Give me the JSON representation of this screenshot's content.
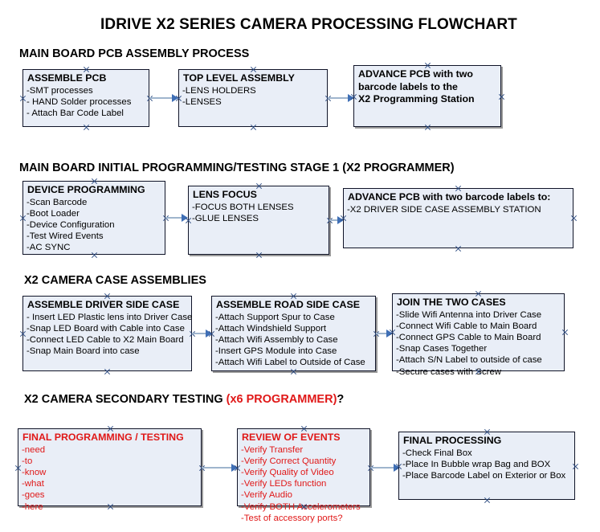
{
  "document": {
    "title": "IDRIVE X2  SERIES CAMERA PROCESSING FLOWCHART"
  },
  "colors": {
    "box_fill": "#e9eef7",
    "box_border": "#101428",
    "red_text": "#e01818",
    "connector_line": "#9fb5cd",
    "arrowhead": "#3f6fb5"
  },
  "sections": [
    {
      "heading": "MAIN BOARD PCB ASSEMBLY PROCESS",
      "heading_red": "",
      "heading_tail": "",
      "boxes": [
        {
          "title": "ASSEMBLE PCB",
          "lines": [
            "-SMT processes",
            "- HAND Solder processes",
            "- Attach Bar Code Label"
          ]
        },
        {
          "title": "TOP LEVEL ASSEMBLY",
          "lines": [
            "-LENS HOLDERS",
            "-LENSES"
          ]
        },
        {
          "title": "ADVANCE PCB with two",
          "lines": [
            "barcode labels to the",
            " X2 Programming Station"
          ]
        }
      ]
    },
    {
      "heading": "MAIN BOARD INITIAL PROGRAMMING/TESTING STAGE 1 (X2 PROGRAMMER)",
      "heading_red": "",
      "heading_tail": "",
      "boxes": [
        {
          "title": "DEVICE PROGRAMMING",
          "lines": [
            "-Scan Barcode",
            "-Boot Loader",
            "-Device Configuration",
            "-Test Wired Events",
            "-AC SYNC"
          ]
        },
        {
          "title": "LENS FOCUS",
          "lines": [
            "-FOCUS BOTH LENSES",
            "-GLUE LENSES"
          ]
        },
        {
          "title": "ADVANCE PCB with two barcode labels to:",
          "lines": [
            "-X2 DRIVER  SIDE  CASE  ASSEMBLY STATION"
          ]
        }
      ]
    },
    {
      "heading": "X2 CAMERA CASE ASSEMBLIES",
      "heading_red": "",
      "heading_tail": "",
      "boxes": [
        {
          "title": "ASSEMBLE DRIVER SIDE CASE",
          "lines": [
            "- Insert LED Plastic lens into Driver Case",
            "-Snap LED Board with Cable into Case",
            "-Connect LED Cable to X2 Main Board",
            "-Snap Main Board into case"
          ]
        },
        {
          "title": "ASSEMBLE ROAD SIDE CASE",
          "lines": [
            "-Attach Support Spur to Case",
            "-Attach Windshield Support",
            "-Attach Wifi Assembly to Case",
            "-Insert GPS Module into Case",
            "-Attach Wifi Label to Outside of Case"
          ]
        },
        {
          "title": "JOIN THE TWO CASES",
          "lines": [
            "-Slide Wifi Antenna into Driver Case",
            "-Connect Wifi Cable to Main Board",
            "-Connect GPS Cable to Main Board",
            "-Snap Cases Together",
            "-Attach S/N Label to outside of case",
            "-Secure cases with Screw"
          ]
        }
      ]
    },
    {
      "heading": "X2 CAMERA SECONDARY TESTING ",
      "heading_red": "(x6 PROGRAMMER)",
      "heading_tail": "?",
      "boxes": [
        {
          "title": "FINAL PROGRAMMING / TESTING",
          "lines": [
            "-need",
            "-to",
            "-know",
            "-what",
            "-goes",
            "-here"
          ]
        },
        {
          "title": "REVIEW OF EVENTS",
          "lines": [
            "-Verify Transfer",
            "-Verify Correct Quantity",
            "-Verify Quality of Video",
            "-Verify LEDs function",
            "-Verify Audio",
            "-Verify BOTH Accelerometers",
            "-Test of accessory ports?"
          ]
        },
        {
          "title": "FINAL PROCESSING",
          "lines": [
            " -Check Final Box",
            "-Place In Bubble wrap Bag and BOX",
            "-Place Barcode Label on Exterior or Box"
          ]
        }
      ]
    }
  ]
}
